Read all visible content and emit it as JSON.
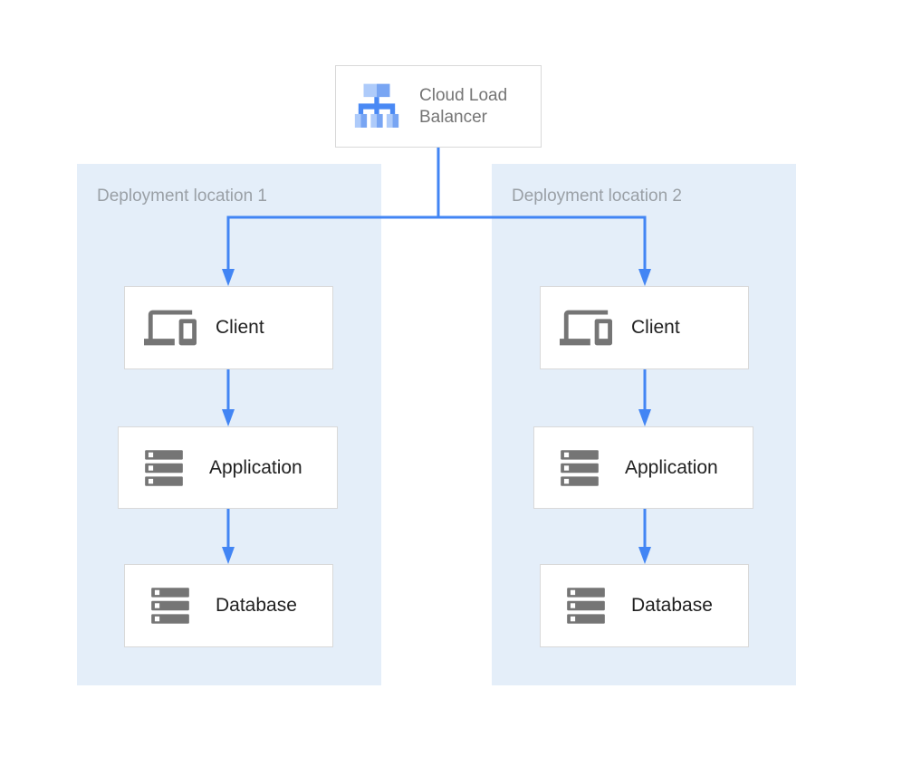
{
  "load_balancer": {
    "label": "Cloud Load Balancer",
    "icon": "load-balancer-icon"
  },
  "regions": [
    {
      "label": "Deployment location 1",
      "nodes": [
        {
          "label": "Client",
          "icon": "devices-icon"
        },
        {
          "label": "Application",
          "icon": "server-stack-icon"
        },
        {
          "label": "Database",
          "icon": "server-stack-icon"
        }
      ]
    },
    {
      "label": "Deployment location 2",
      "nodes": [
        {
          "label": "Client",
          "icon": "devices-icon"
        },
        {
          "label": "Application",
          "icon": "server-stack-icon"
        },
        {
          "label": "Database",
          "icon": "server-stack-icon"
        }
      ]
    }
  ],
  "colors": {
    "connector_blue": "#4285f4",
    "panel_background": "#e4eef9",
    "node_background": "#ffffff",
    "node_border": "#d9d9d9",
    "node_text": "#212121",
    "region_label_gray": "#9aa0a6",
    "lb_label_gray": "#757575",
    "icon_gray": "#757575",
    "lb_icon_light_blue": "#aecbfa",
    "lb_icon_medium_blue": "#78a5f3",
    "lb_icon_blue": "#4a89f4"
  }
}
